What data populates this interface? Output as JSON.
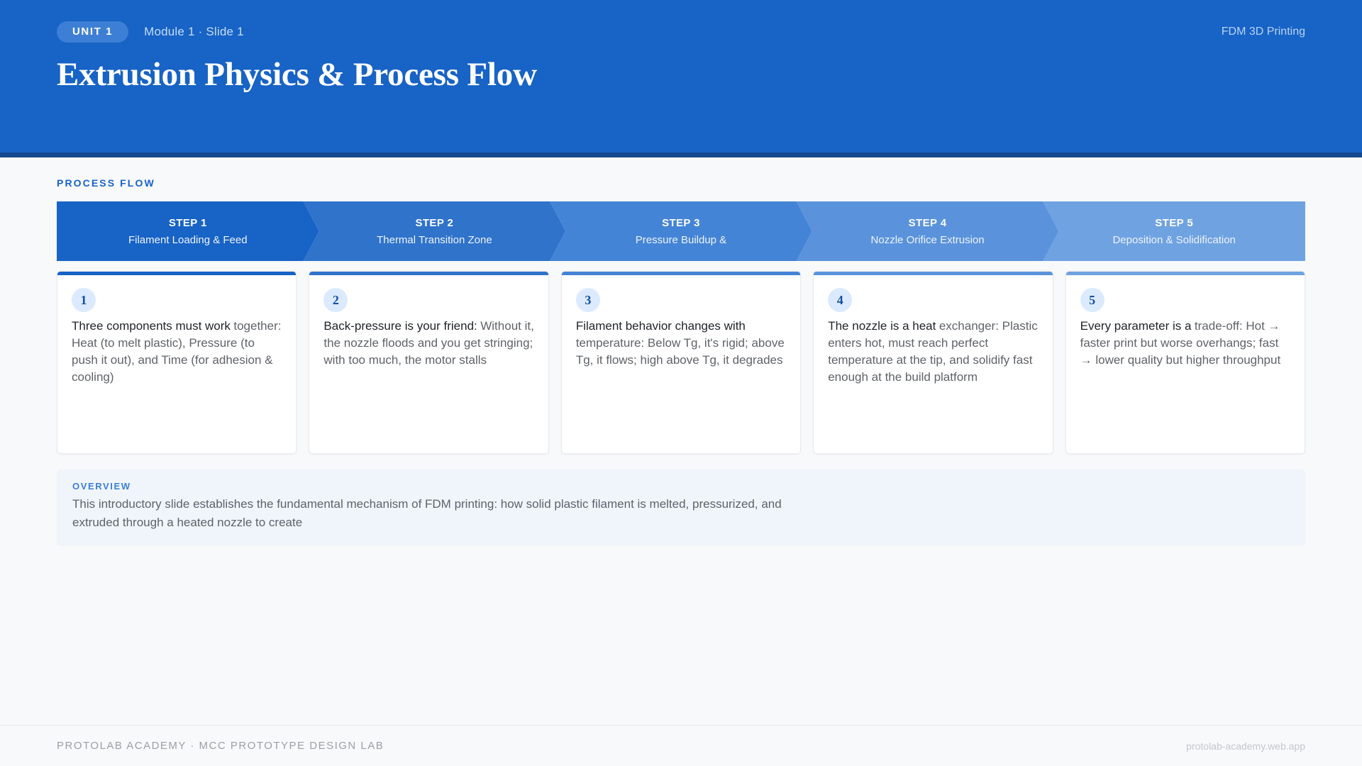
{
  "header": {
    "unit_badge": "UNIT 1",
    "breadcrumb": "Module 1 · Slide 1",
    "topic": "FDM 3D Printing",
    "title": "Extrusion Physics & Process Flow",
    "bg_color": "#1763c6",
    "accent_color": "#14488f"
  },
  "flow": {
    "section_label": "PROCESS FLOW",
    "steps": [
      {
        "title": "STEP 1",
        "subtitle": "Filament Loading & Feed",
        "color": "#1763c6"
      },
      {
        "title": "STEP 2",
        "subtitle": "Thermal Transition Zone",
        "color": "#2f73cb"
      },
      {
        "title": "STEP 3",
        "subtitle": "Pressure Buildup &",
        "color": "#4484d6"
      },
      {
        "title": "STEP 4",
        "subtitle": "Nozzle Orifice Extrusion",
        "color": "#5a93dc"
      },
      {
        "title": "STEP 5",
        "subtitle": "Deposition & Solidification",
        "color": "#6fa2e1"
      }
    ]
  },
  "cards": [
    {
      "number": "1",
      "lead": "Three components must work",
      "rest": "together: Heat (to melt plastic), Pressure (to push it out), and Time (for adhesion & cooling)",
      "accent": "#1763c6"
    },
    {
      "number": "2",
      "lead": "Back-pressure is your friend:",
      "rest": "Without it, the nozzle floods and you get stringing; with too much, the motor stalls",
      "accent": "#2f73cb"
    },
    {
      "number": "3",
      "lead": "Filament behavior changes with",
      "rest": "temperature: Below Tg, it's rigid; above Tg, it flows; high above Tg, it degrades",
      "accent": "#4484d6"
    },
    {
      "number": "4",
      "lead": "The nozzle is a heat",
      "rest": "exchanger: Plastic enters hot, must reach perfect temperature at the tip, and solidify fast enough at the build platform",
      "accent": "#5a93dc"
    },
    {
      "number": "5",
      "lead": "Every parameter is a",
      "rest": "trade-off: Hot → faster print but worse overhangs; fast → lower quality but higher throughput",
      "accent": "#6fa2e1"
    }
  ],
  "overview": {
    "label": "OVERVIEW",
    "text": "This introductory slide establishes the fundamental mechanism of FDM printing: how solid plastic filament is melted, pressurized, and extruded through a heated nozzle to create"
  },
  "footer": {
    "left": "PROTOLAB ACADEMY · MCC PROTOTYPE DESIGN LAB",
    "right": "protolab-academy.web.app"
  }
}
